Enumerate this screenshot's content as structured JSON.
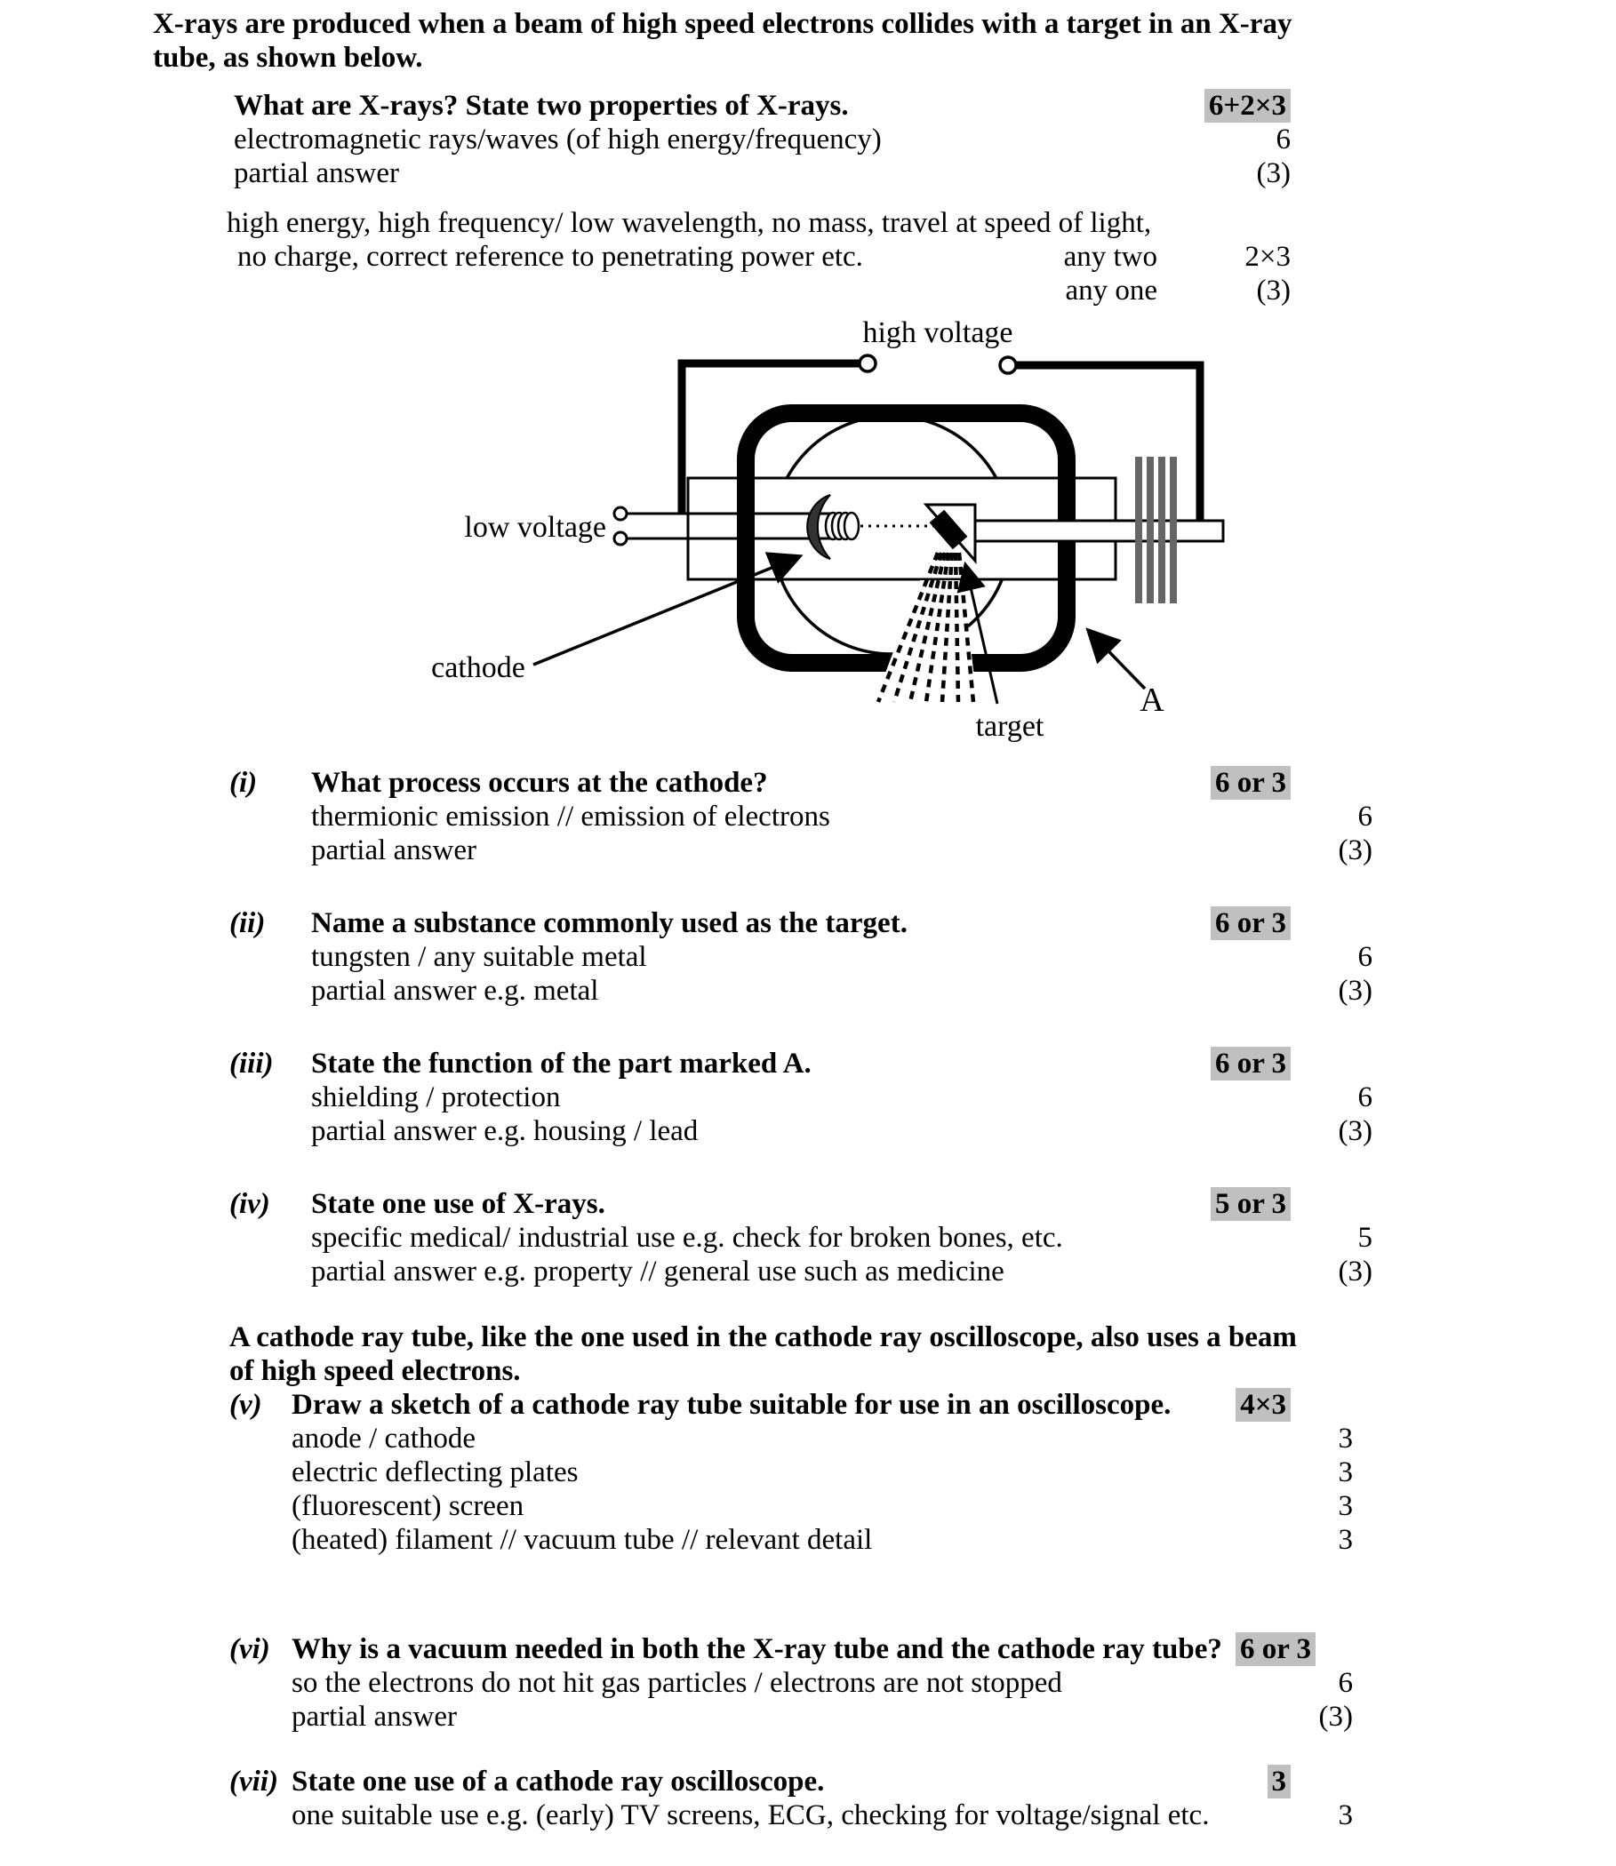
{
  "colors": {
    "highlight": "#c0c0c0",
    "fins": "#666666",
    "cathode_fill": "#333333",
    "ink": "#000000"
  },
  "header": {
    "line1": "X-rays are produced when a beam of high speed electrons collides with a target in an X-ray",
    "line2": "tube, as shown below."
  },
  "intro_question": {
    "text": "What are X-rays? State two properties of X-rays.",
    "mark": "6+2×3",
    "answers": [
      {
        "text": "electromagnetic rays/waves (of high energy/frequency)",
        "mark": "6"
      },
      {
        "text": "partial answer",
        "mark": "(3)"
      }
    ]
  },
  "properties": {
    "line1": "high energy, high frequency/ low wavelength, no mass, travel at speed of light,",
    "line2": "no charge, correct reference to penetrating power etc.",
    "any_two": "any two",
    "any_two_mark": "2×3",
    "any_one": "any one",
    "any_one_mark": "(3)"
  },
  "diagram": {
    "labels": {
      "high_voltage": "high voltage",
      "low_voltage": "low voltage",
      "cathode": "cathode",
      "target": "target",
      "a": "A"
    }
  },
  "questions": [
    {
      "label": "(i)",
      "text": "What process occurs at the cathode?",
      "mark": "6 or 3",
      "answers": [
        {
          "text": "thermionic emission // emission of electrons",
          "mark": "6"
        },
        {
          "text": "partial answer",
          "mark": "(3)"
        }
      ]
    },
    {
      "label": "(ii)",
      "text": "Name a substance commonly used as the target.",
      "mark": "6 or 3",
      "answers": [
        {
          "text": "tungsten / any suitable metal",
          "mark": "6"
        },
        {
          "text": "partial answer e.g. metal",
          "mark": "(3)"
        }
      ]
    },
    {
      "label": "(iii)",
      "text": "State the function of the part marked A.",
      "mark": "6 or 3",
      "answers": [
        {
          "text": "shielding / protection",
          "mark": "6"
        },
        {
          "text": "partial answer e.g. housing / lead",
          "mark": "(3)"
        }
      ]
    },
    {
      "label": "(iv)",
      "text": "State one use of X-rays.",
      "mark": "5 or 3",
      "answers": [
        {
          "text": "specific medical/ industrial use e.g.  check for broken bones, etc.",
          "mark": "5"
        },
        {
          "text": "partial answer e.g. property // general use such as medicine",
          "mark": "(3)"
        }
      ]
    }
  ],
  "crt_paragraph": {
    "line1": "A cathode ray tube, like the one used in the cathode ray oscilloscope, also uses a beam",
    "line2": "of high speed electrons."
  },
  "question_v": {
    "label": "(v)",
    "text": "Draw a sketch of a cathode ray tube suitable for use in an oscilloscope.",
    "mark": "4×3",
    "answers": [
      {
        "text": "anode / cathode",
        "mark": "3"
      },
      {
        "text": "electric deflecting plates",
        "mark": "3"
      },
      {
        "text": "(fluorescent) screen",
        "mark": "3"
      },
      {
        "text": "(heated) filament // vacuum tube // relevant detail",
        "mark": "3"
      }
    ]
  },
  "question_vi": {
    "label": "(vi)",
    "text": "Why is a vacuum needed in both the X-ray tube and the cathode ray tube?",
    "mark": "6 or 3",
    "answers": [
      {
        "text": "so the electrons do not hit gas particles / electrons are not stopped",
        "mark": "6"
      },
      {
        "text": "partial answer",
        "mark": "(3)"
      }
    ]
  },
  "question_vii": {
    "label": "(vii)",
    "text": "State one use of a cathode ray oscilloscope.",
    "mark": "3",
    "answers": [
      {
        "text": "one suitable use e.g. (early) TV screens, ECG, checking for voltage/signal etc.",
        "mark": "3"
      }
    ]
  }
}
